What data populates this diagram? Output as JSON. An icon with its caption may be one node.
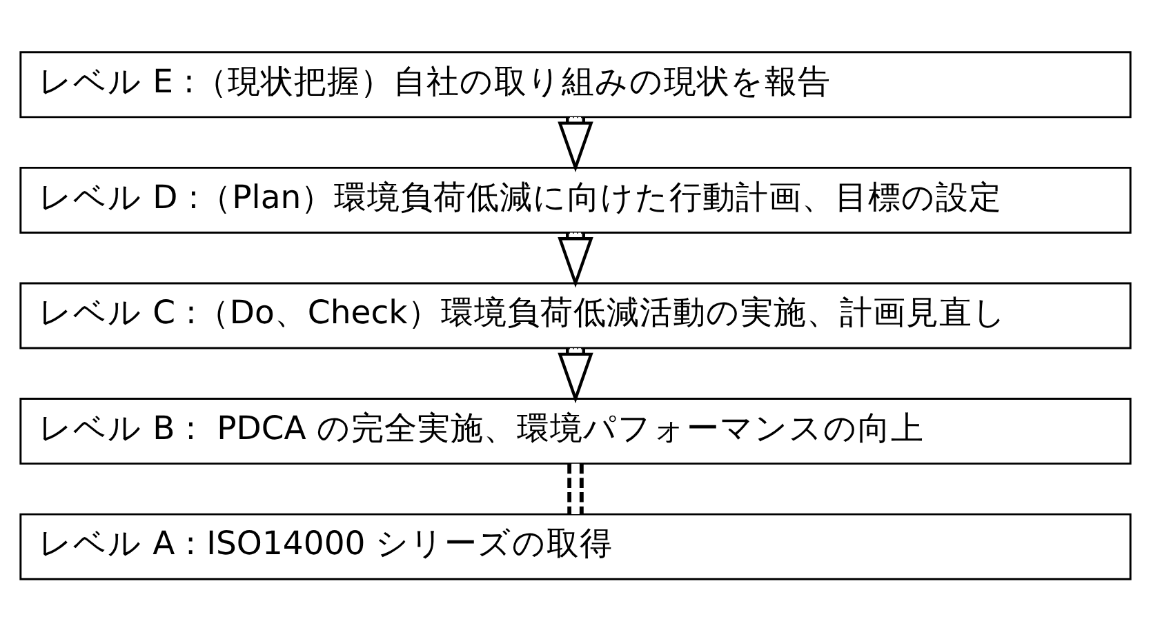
{
  "diagram": {
    "nodes": [
      {
        "text": [
          "レベル E :（現状把握）自社の取り組みの現状を報告"
        ]
      },
      {
        "text": [
          "レベル D :（Plan）環境負荷低減に向けた行動計画、目標の設定"
        ]
      },
      {
        "text": [
          "レベル C :（Do、Check）環境負荷低減活動の実施、計画見直し"
        ]
      },
      {
        "text": [
          "レベル B :  PDCA の完全実施、環境パフォーマンスの向上"
        ]
      },
      {
        "text": [
          "レベル A : ISO14000 シリーズの取得"
        ]
      }
    ],
    "edges": [
      {
        "from": 0,
        "to": 1,
        "arrow": "to"
      },
      {
        "from": 1,
        "to": 2,
        "arrow": "to"
      },
      {
        "from": 2,
        "to": 3,
        "arrow": "to"
      },
      {
        "from": 3,
        "to": 4,
        "arrow": "none",
        "style": "dashed"
      }
    ]
  }
}
